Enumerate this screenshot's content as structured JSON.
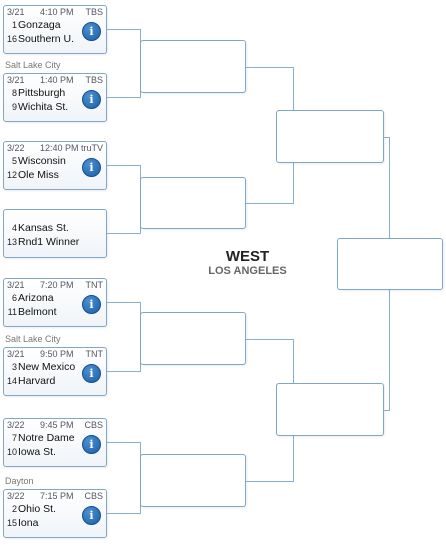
{
  "region": {
    "name": "WEST",
    "site": "LOS ANGELES"
  },
  "games": [
    {
      "date": "3/21",
      "time": "4:10 PM",
      "network": "TBS",
      "top": {
        "seed": "1",
        "name": "Gonzaga"
      },
      "bottom": {
        "seed": "16",
        "name": "Southern U."
      },
      "has_info": true,
      "venue": ""
    },
    {
      "date": "3/21",
      "time": "1:40 PM",
      "network": "TBS",
      "top": {
        "seed": "8",
        "name": "Pittsburgh"
      },
      "bottom": {
        "seed": "9",
        "name": "Wichita St."
      },
      "has_info": true,
      "venue": "Salt Lake City"
    },
    {
      "date": "3/22",
      "time": "12:40 PM",
      "network": "truTV",
      "top": {
        "seed": "5",
        "name": "Wisconsin"
      },
      "bottom": {
        "seed": "12",
        "name": "Ole Miss"
      },
      "has_info": true,
      "venue": ""
    },
    {
      "date": "",
      "time": "",
      "network": "",
      "top": {
        "seed": "4",
        "name": "Kansas St."
      },
      "bottom": {
        "seed": "13",
        "name": "Rnd1 Winner"
      },
      "has_info": false,
      "venue": ""
    },
    {
      "date": "3/21",
      "time": "7:20 PM",
      "network": "TNT",
      "top": {
        "seed": "6",
        "name": "Arizona"
      },
      "bottom": {
        "seed": "11",
        "name": "Belmont"
      },
      "has_info": true,
      "venue": ""
    },
    {
      "date": "3/21",
      "time": "9:50 PM",
      "network": "TNT",
      "top": {
        "seed": "3",
        "name": "New Mexico"
      },
      "bottom": {
        "seed": "14",
        "name": "Harvard"
      },
      "has_info": true,
      "venue": "Salt Lake City"
    },
    {
      "date": "3/22",
      "time": "9:45 PM",
      "network": "CBS",
      "top": {
        "seed": "7",
        "name": "Notre Dame"
      },
      "bottom": {
        "seed": "10",
        "name": "Iowa St."
      },
      "has_info": true,
      "venue": ""
    },
    {
      "date": "3/22",
      "time": "7:15 PM",
      "network": "CBS",
      "top": {
        "seed": "2",
        "name": "Ohio St."
      },
      "bottom": {
        "seed": "15",
        "name": "Iona"
      },
      "has_info": true,
      "venue": "Dayton"
    }
  ],
  "icons": {
    "info": "info-icon",
    "info_glyph": "i"
  },
  "colors": {
    "border": "#7fa7c9",
    "line": "#88aed0",
    "info": "#1a5fa8"
  }
}
